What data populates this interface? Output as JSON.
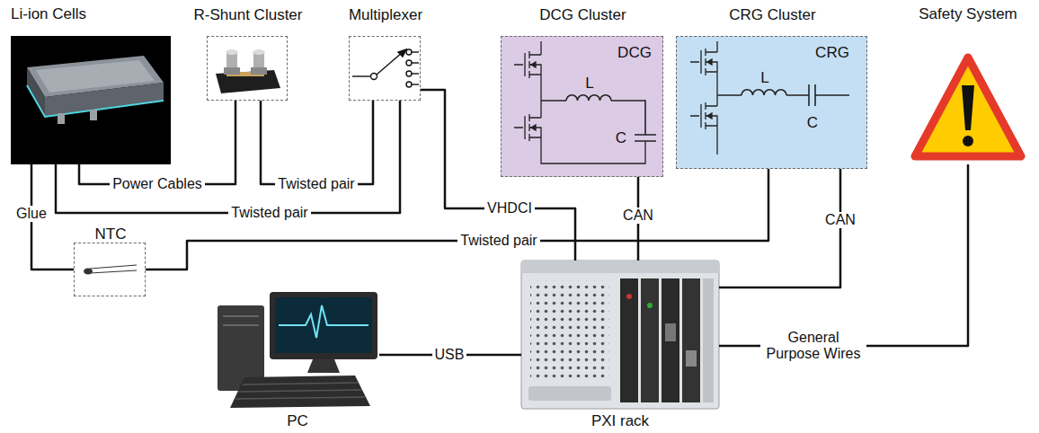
{
  "diagram": {
    "nodes": [
      {
        "text": [
          "Li-ion Cells"
        ]
      },
      {
        "text": [
          "R-Shunt Cluster"
        ]
      },
      {
        "text": [
          "Multiplexer"
        ]
      },
      {
        "text": [
          "DCG Cluster",
          "DCG",
          "L",
          "C"
        ]
      },
      {
        "text": [
          "CRG Cluster",
          "CRG",
          "L",
          "C"
        ]
      },
      {
        "text": [
          "Safety System"
        ]
      },
      {
        "text": [
          "NTC"
        ]
      },
      {
        "text": [
          "PC"
        ]
      },
      {
        "text": [
          "PXI rack"
        ]
      }
    ],
    "edges": [
      {
        "from": 0,
        "to": 1,
        "label": "Power Cables",
        "arrow": "none"
      },
      {
        "from": 1,
        "to": 2,
        "label": "Twisted pair",
        "arrow": "none"
      },
      {
        "from": 0,
        "to": 2,
        "label": "Twisted pair",
        "arrow": "none"
      },
      {
        "from": 0,
        "to": 6,
        "label": "Glue",
        "arrow": "none"
      },
      {
        "from": 6,
        "to": 4,
        "label": "Twisted pair",
        "arrow": "none"
      },
      {
        "from": 2,
        "to": 8,
        "label": "VHDCI",
        "arrow": "none"
      },
      {
        "from": 3,
        "to": 8,
        "label": "CAN",
        "arrow": "none"
      },
      {
        "from": 4,
        "to": 8,
        "label": "CAN",
        "arrow": "none"
      },
      {
        "from": 7,
        "to": 8,
        "label": "USB",
        "arrow": "none"
      },
      {
        "from": 8,
        "to": 5,
        "label": "General Purpose Wires",
        "arrow": "none"
      }
    ]
  }
}
